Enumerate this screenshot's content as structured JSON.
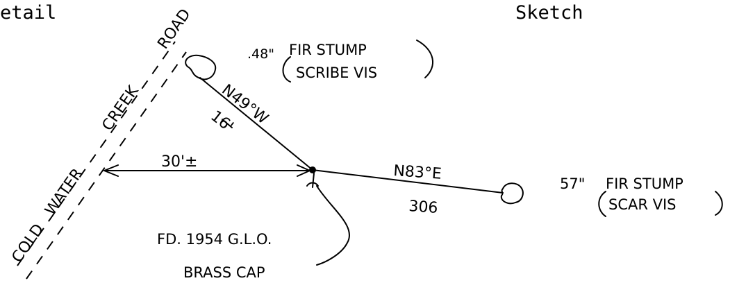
{
  "header": {
    "left_label": "etail",
    "right_label": "Sketch"
  },
  "road": {
    "label_cold": "COLD",
    "label_water": "WATER",
    "label_creek": "CREEK",
    "label_road": "ROAD"
  },
  "offset": {
    "distance_label": "30'±"
  },
  "bearing_nw": {
    "bearing": "N49°W",
    "distance": "16'"
  },
  "bearing_ne": {
    "bearing": "N83°E",
    "distance": "306"
  },
  "stump_nw": {
    "size": ".48\"",
    "line1": "FIR STUMP",
    "line2": "SCRIBE VIS"
  },
  "stump_ne": {
    "size": "57\"",
    "line1": "FIR STUMP",
    "line2": "SCAR VIS"
  },
  "monument": {
    "line1": "FD. 1954 G.L.O.",
    "line2": "BRASS CAP"
  }
}
